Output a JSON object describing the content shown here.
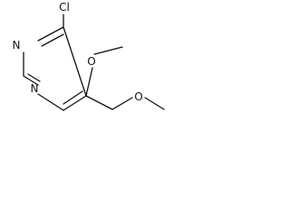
{
  "molecule": {
    "atoms": {
      "cl": "Cl",
      "n_top": "N",
      "n_bottom": "N",
      "o_methoxy": "O",
      "o_ether": "O"
    }
  }
}
